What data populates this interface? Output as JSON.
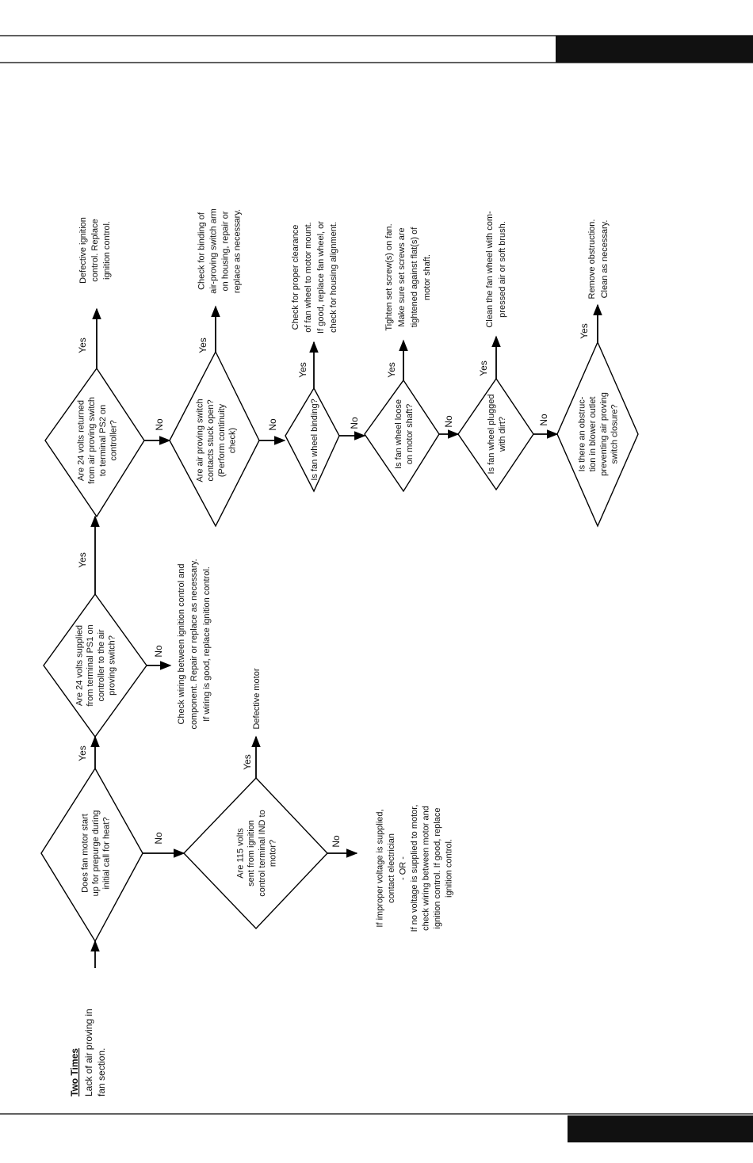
{
  "header": {},
  "footer": {},
  "title": {
    "heading": "Two Times",
    "subtitle": [
      "Lack of air proving in",
      "fan section."
    ]
  },
  "branch": {
    "yes": "Yes",
    "no": "No"
  },
  "decisions": {
    "fan_motor": [
      "Does fan motor start",
      "up for prepurge during",
      "initial call for heat?"
    ],
    "volts115": [
      "Are 115 volts",
      "sent from ignition",
      "control terminal IND to",
      "motor?"
    ],
    "ps1": [
      "Are 24 volts supplied",
      "from terminal PS1 on",
      "controller to the air",
      "proving switch?"
    ],
    "ps2": [
      "Are 24 volts returned",
      "from air proving switch",
      "to terminal PS2 on",
      "controller?"
    ],
    "contacts": [
      "Are air proving switch",
      "contacts stuck open?",
      "(Perform continuity",
      "check)"
    ],
    "binding": [
      "Is fan wheel binding?"
    ],
    "loose": [
      "Is fan wheel loose",
      "on motor shaft?"
    ],
    "plugged": [
      "Is fan wheel plugged",
      "with dirt?"
    ],
    "obstruction": [
      "Is there an obstruc-",
      "tion in blower outlet",
      "preventing air proving",
      "switch closure?"
    ]
  },
  "outcomes": {
    "defective_motor": [
      "Defective motor"
    ],
    "improper_voltage": [
      "If improper voltage is supplied,",
      "contact electrician",
      "- OR -",
      "If no voltage is supplied to motor,",
      "check wiring between motor and",
      "ignition control. If good, replace",
      "ignition control."
    ],
    "check_wiring": [
      "Check wiring between ignition control and",
      "component. Repair or replace as necessary.",
      "If wiring is good, replace ignition control."
    ],
    "defective_ignition": [
      "Defective ignition",
      "control. Replace",
      "ignition control."
    ],
    "check_binding": [
      "Check for binding of",
      "air-proving switch arm",
      "on housing, repair or",
      "replace as necessary."
    ],
    "clearance": [
      "Check for proper clearance",
      "of fan wheel to motor mount.",
      "If good, replace fan wheel, or",
      "check for housing alignment."
    ],
    "tighten": [
      "Tighten set screw(s) on fan.",
      "Make sure set screws are",
      "tightened against flat(s) of",
      "motor shaft."
    ],
    "clean": [
      "Clean the fan wheel with com-",
      "pressed air or soft brush."
    ],
    "remove": [
      "Remove obstruction.",
      "Clean as necessary."
    ]
  }
}
